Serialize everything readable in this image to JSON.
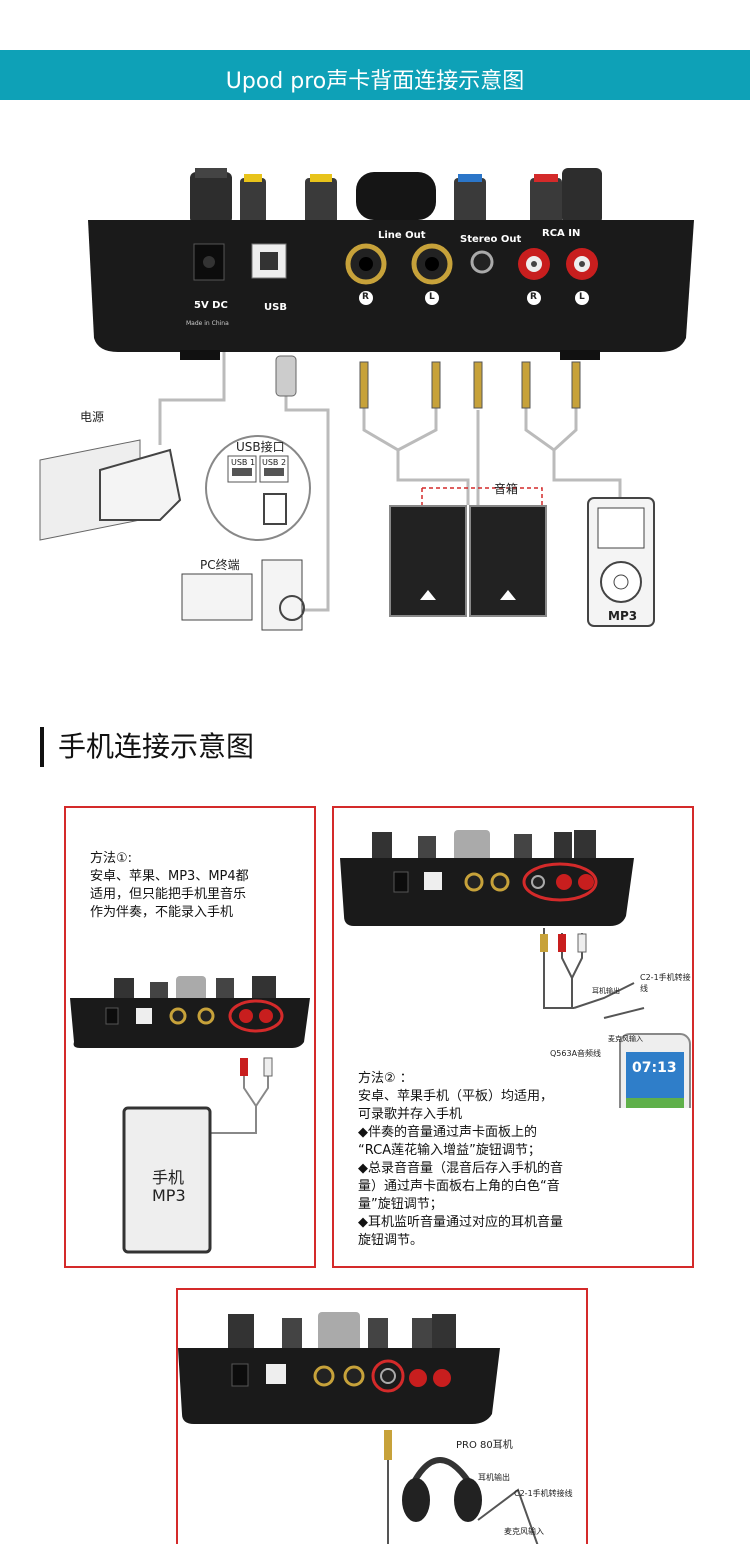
{
  "banner": {
    "title": "Upod pro声卡背面连接示意图"
  },
  "device": {
    "port_line_out": "Line Out",
    "port_stereo_out": "Stereo Out",
    "port_rca_in": "RCA IN",
    "port_5v": "5V DC",
    "port_usb": "USB",
    "made_in": "Made in China",
    "channel_r": "R",
    "channel_l": "L"
  },
  "diagram": {
    "power_label": "电源",
    "usb_port_label": "USB接口",
    "usb1": "USB 1",
    "usb2": "USB 2",
    "pc_label": "PC终端",
    "speaker_label": "音箱",
    "mp3_label": "MP3"
  },
  "section": {
    "title": "手机连接示意图"
  },
  "method1": {
    "text": "方法①:\n安卓、苹果、MP3、MP4都\n适用，但只能把手机里音乐\n作为伴奏，不能录入手机"
  },
  "method1_device": {
    "line1": "手机",
    "line2": "MP3"
  },
  "method2": {
    "text": "方法② ：\n安卓、苹果手机（平板）均适用，\n可录歌并存入手机\n◆伴奏的音量通过声卡面板上的\n“RCA莲花输入增益”旋钮调节；\n◆总录音音量（混音后存入手机的音\n量）通过声卡面板右上角的白色“音\n量”旋钮调节；\n◆耳机监听音量通过对应的耳机音量\n旋钮调节。",
    "cable_label": "C2-1手机转接线",
    "headphone_out": "耳机输出",
    "mic_in": "麦克风输入",
    "q563a": "Q563A音频线",
    "phone_time": "07:13"
  },
  "method3": {
    "headphone_label": "PRO 80耳机",
    "headphone_out": "耳机输出",
    "cable_label": "C2-1手机转接线",
    "mic_in": "麦克风输入"
  },
  "colors": {
    "banner": "#0ea1b7",
    "frame": "#d42a2a",
    "device_body": "#1a1a1a"
  }
}
